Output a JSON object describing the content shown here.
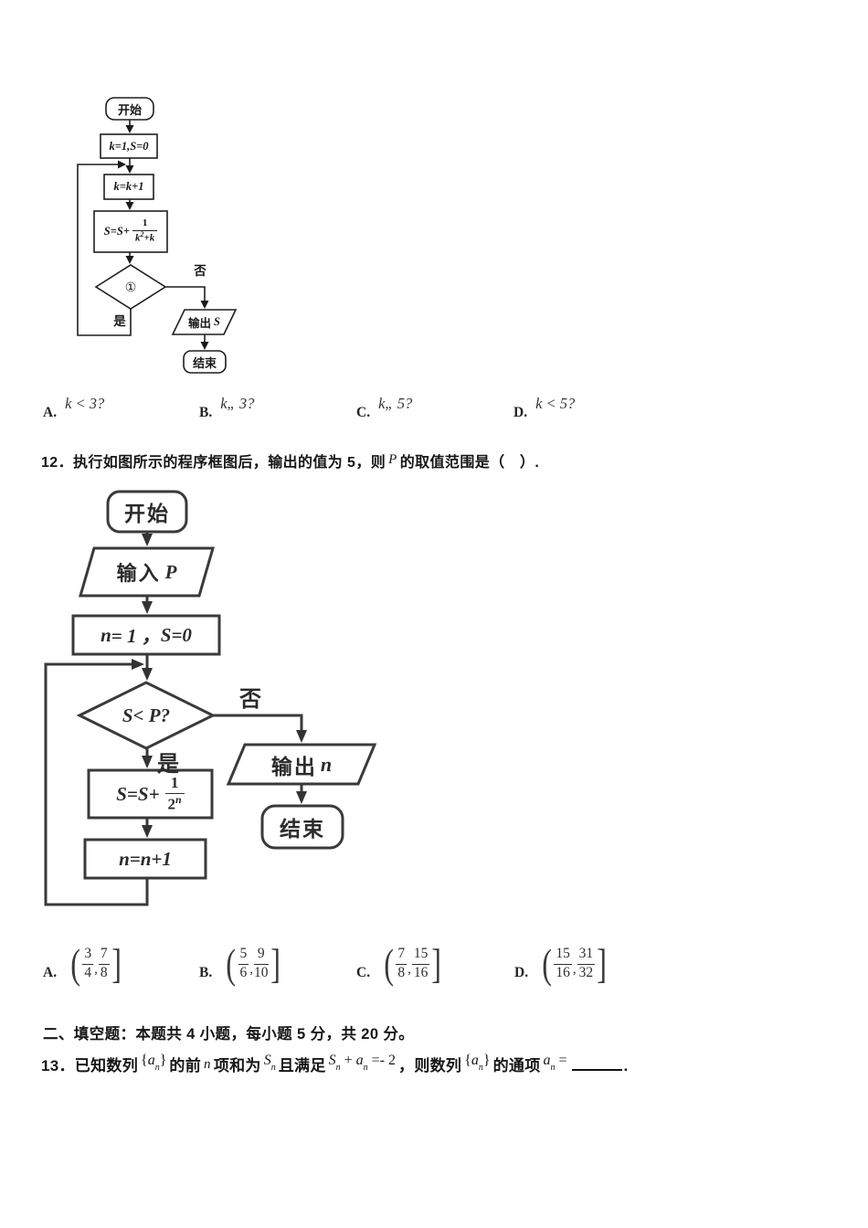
{
  "colors": {
    "background": "#ffffff",
    "ink": "#1f1f1f",
    "flowchart_stroke": "#3a3a3a"
  },
  "q11": {
    "flowchart1": {
      "start": "开始",
      "init": "k=1,S=0",
      "step": "k=k+1",
      "sum_prefix": "S=S+",
      "sum_num": "1",
      "sum_den_base": "k",
      "sum_den_sup": "2",
      "sum_den_rest": "+k",
      "cond": "①",
      "label_no": "否",
      "label_yes": "是",
      "output_prefix": "输出",
      "output_var": "S",
      "end": "结束"
    },
    "options": [
      {
        "label": "A.",
        "formula": "k < 3?"
      },
      {
        "label": "B.",
        "formula": "k„ 3?"
      },
      {
        "label": "C.",
        "formula": "k„ 5?"
      },
      {
        "label": "D.",
        "formula": "k < 5?"
      }
    ]
  },
  "q12": {
    "stem_pre": "12．执行如图所示的程序框图后，输出的值为 5，则",
    "stem_var": "P",
    "stem_post": "的取值范围是（　）.",
    "flowchart2": {
      "start": "开始",
      "input_prefix": "输入",
      "input_var": "P",
      "init_n": "n",
      "init_mid": "= 1 ，",
      "init_S": "S",
      "init_end": "=0",
      "cond": "S< P?",
      "label_no": "否",
      "label_yes": "是",
      "sum_prefix": "S=S+",
      "sum_num": "1",
      "sum_den_base": "2",
      "sum_den_sup": "n",
      "step": "n=n+1",
      "output_prefix": "输出",
      "output_var": "n",
      "end": "结束"
    },
    "options": [
      {
        "label": "A.",
        "lo_num": "3",
        "lo_den": "4",
        "hi_num": "7",
        "hi_den": "8"
      },
      {
        "label": "B.",
        "lo_num": "5",
        "lo_den": "6",
        "hi_num": "9",
        "hi_den": "10"
      },
      {
        "label": "C.",
        "lo_num": "7",
        "lo_den": "8",
        "hi_num": "15",
        "hi_den": "16"
      },
      {
        "label": "D.",
        "lo_num": "15",
        "lo_den": "16",
        "hi_num": "31",
        "hi_den": "32"
      }
    ]
  },
  "section2": {
    "title": "二、填空题：本题共 4 小题，每小题 5 分，共 20 分。"
  },
  "q13": {
    "prefix": "13．已知数列",
    "brace_l": "{",
    "a_var": "a",
    "n_sub": "n",
    "brace_r": "}",
    "mid1": "的前",
    "n_var": "n",
    "mid2": "项和为",
    "S_var": "S",
    "S_sub": "n",
    "mid3": "且满足",
    "f_S": "S",
    "f_S_sub": "n",
    "f_plus": "+",
    "f_a": "a",
    "f_a_sub": "n",
    "f_eq": "=- 2",
    "comma": "，",
    "mid4": "则数列",
    "mid5": "的通项",
    "t_a": "a",
    "t_a_sub": "n",
    "t_eq": "=",
    "period": "."
  }
}
